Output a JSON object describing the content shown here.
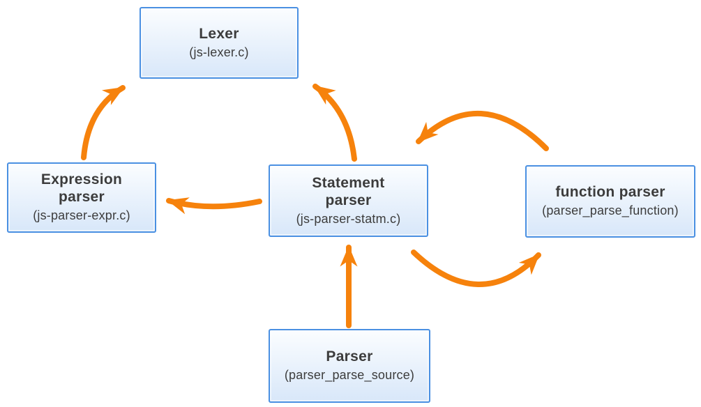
{
  "diagram": {
    "colors": {
      "arrow": "#f6820c",
      "box_border": "#4a90e2",
      "box_fill_top": "#fbfdff",
      "box_fill_bottom": "#d8e7f9",
      "text": "#3c3c3c",
      "background": "#ffffff"
    },
    "nodes": [
      {
        "id": "lexer",
        "title": "Lexer",
        "subtitle": "(js-lexer.c)"
      },
      {
        "id": "expression-parser",
        "title": "Expression\nparser",
        "subtitle": "(js-parser-expr.c)"
      },
      {
        "id": "statement-parser",
        "title": "Statement\nparser",
        "subtitle": "(js-parser-statm.c)"
      },
      {
        "id": "function-parser",
        "title": "function parser",
        "subtitle": "(parser_parse_function)"
      },
      {
        "id": "parser",
        "title": "Parser",
        "subtitle": "(parser_parse_source)"
      }
    ],
    "edges": [
      {
        "from": "expression-parser",
        "to": "lexer"
      },
      {
        "from": "statement-parser",
        "to": "lexer"
      },
      {
        "from": "statement-parser",
        "to": "expression-parser"
      },
      {
        "from": "function-parser",
        "to": "statement-parser"
      },
      {
        "from": "statement-parser",
        "to": "function-parser"
      },
      {
        "from": "parser",
        "to": "statement-parser"
      }
    ]
  }
}
